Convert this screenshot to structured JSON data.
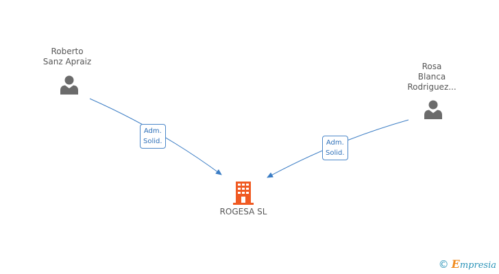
{
  "people": [
    {
      "name_line1": "Roberto",
      "name_line2": "Sanz Apraiz",
      "name_line3": "",
      "icon": "person-icon"
    },
    {
      "name_line1": "Rosa",
      "name_line2": "Blanca",
      "name_line3": "Rodriguez...",
      "icon": "person-icon"
    }
  ],
  "company": {
    "name": "ROGESA SL",
    "icon": "building-icon",
    "color": "#f05a23"
  },
  "edges": [
    {
      "line1": "Adm.",
      "line2": "Solid."
    },
    {
      "line1": "Adm.",
      "line2": "Solid."
    }
  ],
  "edge_color": "#3a7cc4",
  "watermark": {
    "copyright": "©",
    "brand_first": "E",
    "brand_rest": "mpresia"
  }
}
